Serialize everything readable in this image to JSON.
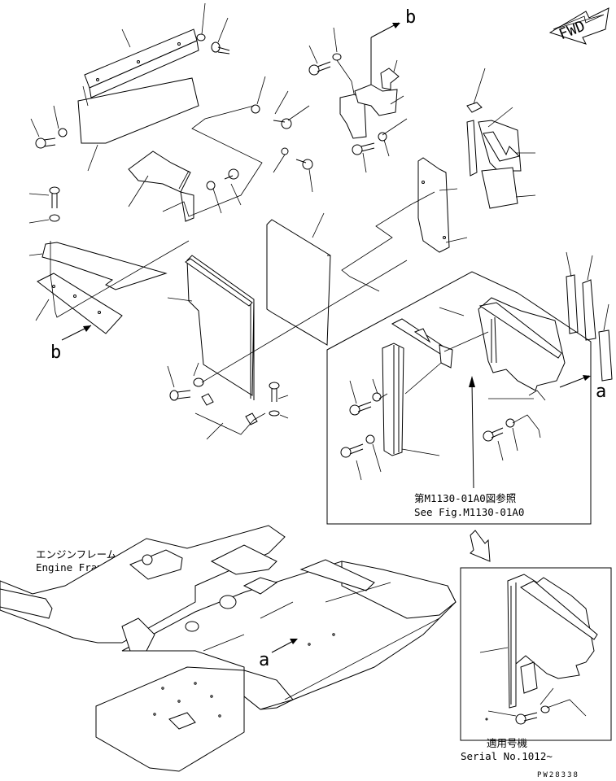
{
  "labels": {
    "fwd": "FWD",
    "ref_b_top": "b",
    "ref_b_left": "b",
    "ref_a_right": "a",
    "ref_a_bottom": "a",
    "see_fig_jp": "第M1130-01A0図参照",
    "see_fig_en": "See Fig.M1130-01A0",
    "engine_frame_jp": "エンジンフレーム",
    "engine_frame_en": "Engine Frame",
    "serial_jp": "適用号機",
    "serial_en": "Serial No.1012~",
    "drawing_code": "PW28338"
  }
}
